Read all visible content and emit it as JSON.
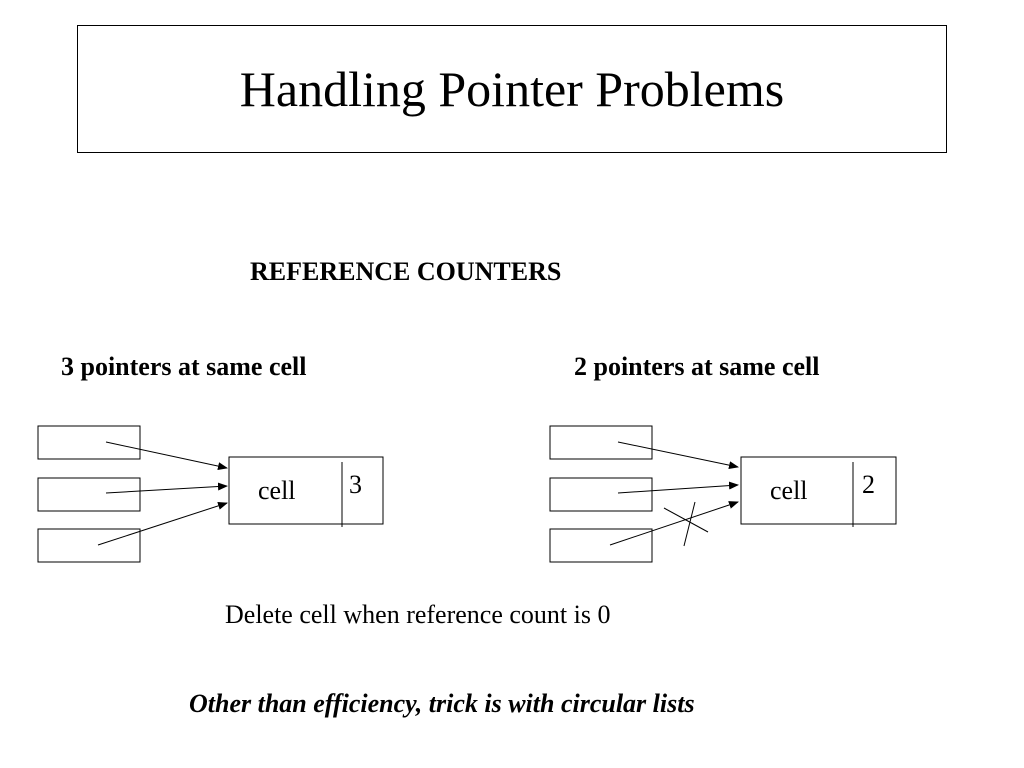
{
  "slide": {
    "title": "Handling Pointer Problems",
    "subtitle": "REFERENCE COUNTERS",
    "left_caption": "3 pointers at same cell",
    "right_caption": "2 pointers at same cell",
    "note": "Delete cell when reference count is 0",
    "footer": "Other than efficiency, trick is with circular lists"
  },
  "diagrams": {
    "left": {
      "cell_label": "cell",
      "count": "3"
    },
    "right": {
      "cell_label": "cell",
      "count": "2"
    }
  }
}
